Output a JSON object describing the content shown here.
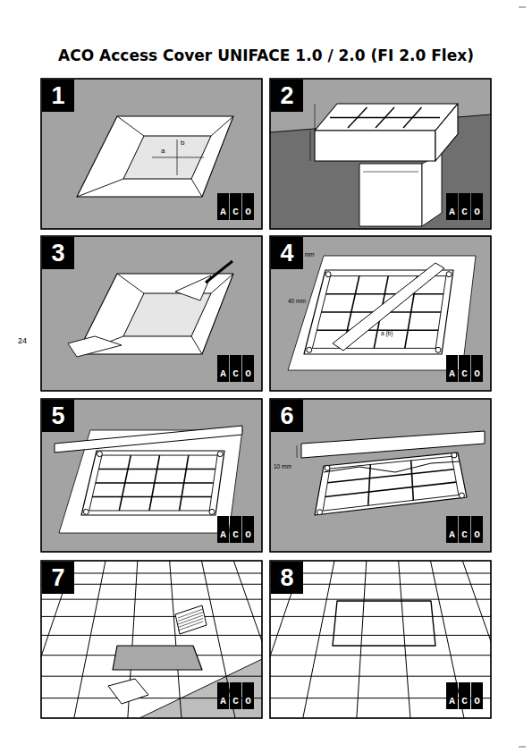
{
  "diagram": {
    "title": "ACO Access Cover UNIFACE 1.0 / 2.0 (FI 2.0 Flex)",
    "nodes": [
      {
        "text": [
          "1"
        ]
      },
      {
        "text": [
          "2"
        ]
      },
      {
        "text": [
          "3"
        ]
      },
      {
        "text": [
          "4"
        ]
      },
      {
        "text": [
          "5"
        ]
      },
      {
        "text": [
          "6"
        ]
      },
      {
        "text": [
          "7"
        ]
      },
      {
        "text": [
          "8"
        ]
      }
    ],
    "labels": [
      "24",
      "a",
      "b",
      "100 mm",
      "40 mm",
      "a (b)",
      "10 mm",
      "ACO",
      "ACO",
      "ACO",
      "ACO",
      "ACO",
      "ACO",
      "ACO",
      "ACO"
    ]
  }
}
